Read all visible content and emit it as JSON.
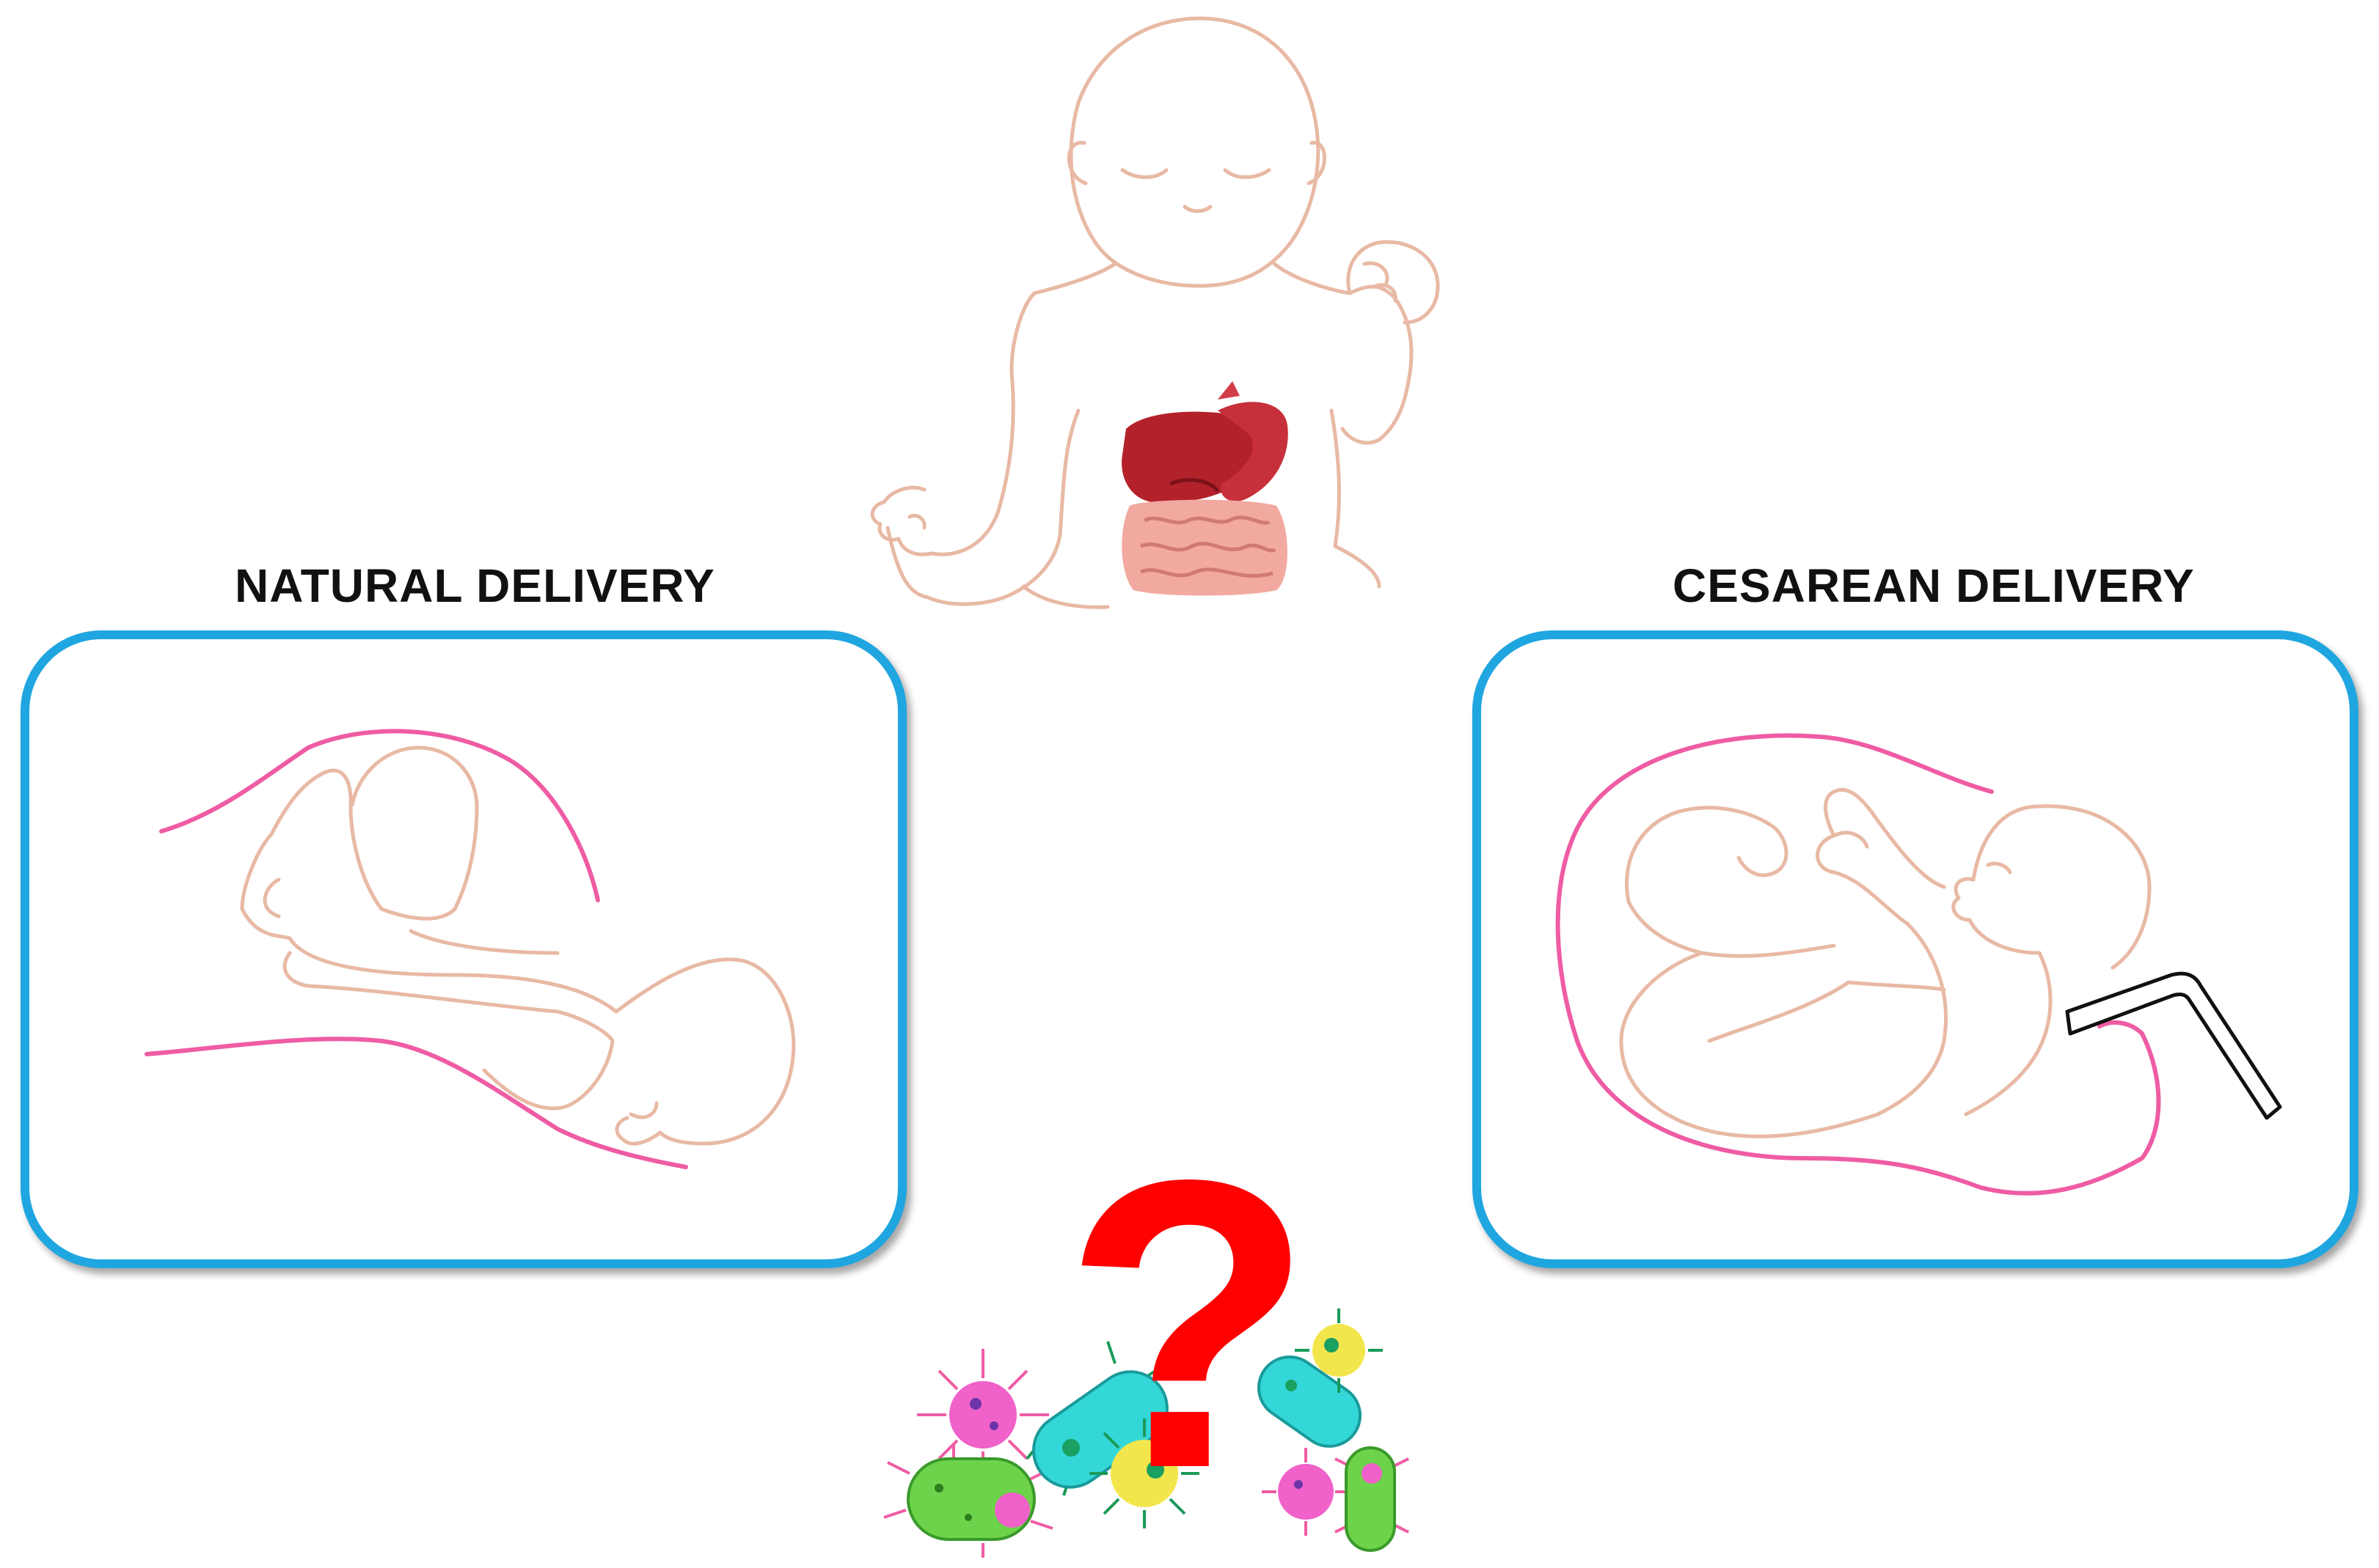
{
  "labels": {
    "natural": "NATURAL DELIVERY",
    "cesarean": "CESAREAN DELIVERY"
  },
  "question_mark": "?",
  "colors": {
    "panel_border": "#1fa6e0",
    "uterus_line": "#ef5ca3",
    "baby_outline": "#e8b9a4",
    "question_mark": "#ff0000",
    "liver": "#b3222a",
    "intestine": "#f1a9a0"
  },
  "icons": [
    "baby-illustration",
    "digestive-organs-icon",
    "natural-birth-illustration",
    "cesarean-birth-illustration",
    "surgical-retractor-icon",
    "bacteria-cluster-icon"
  ]
}
